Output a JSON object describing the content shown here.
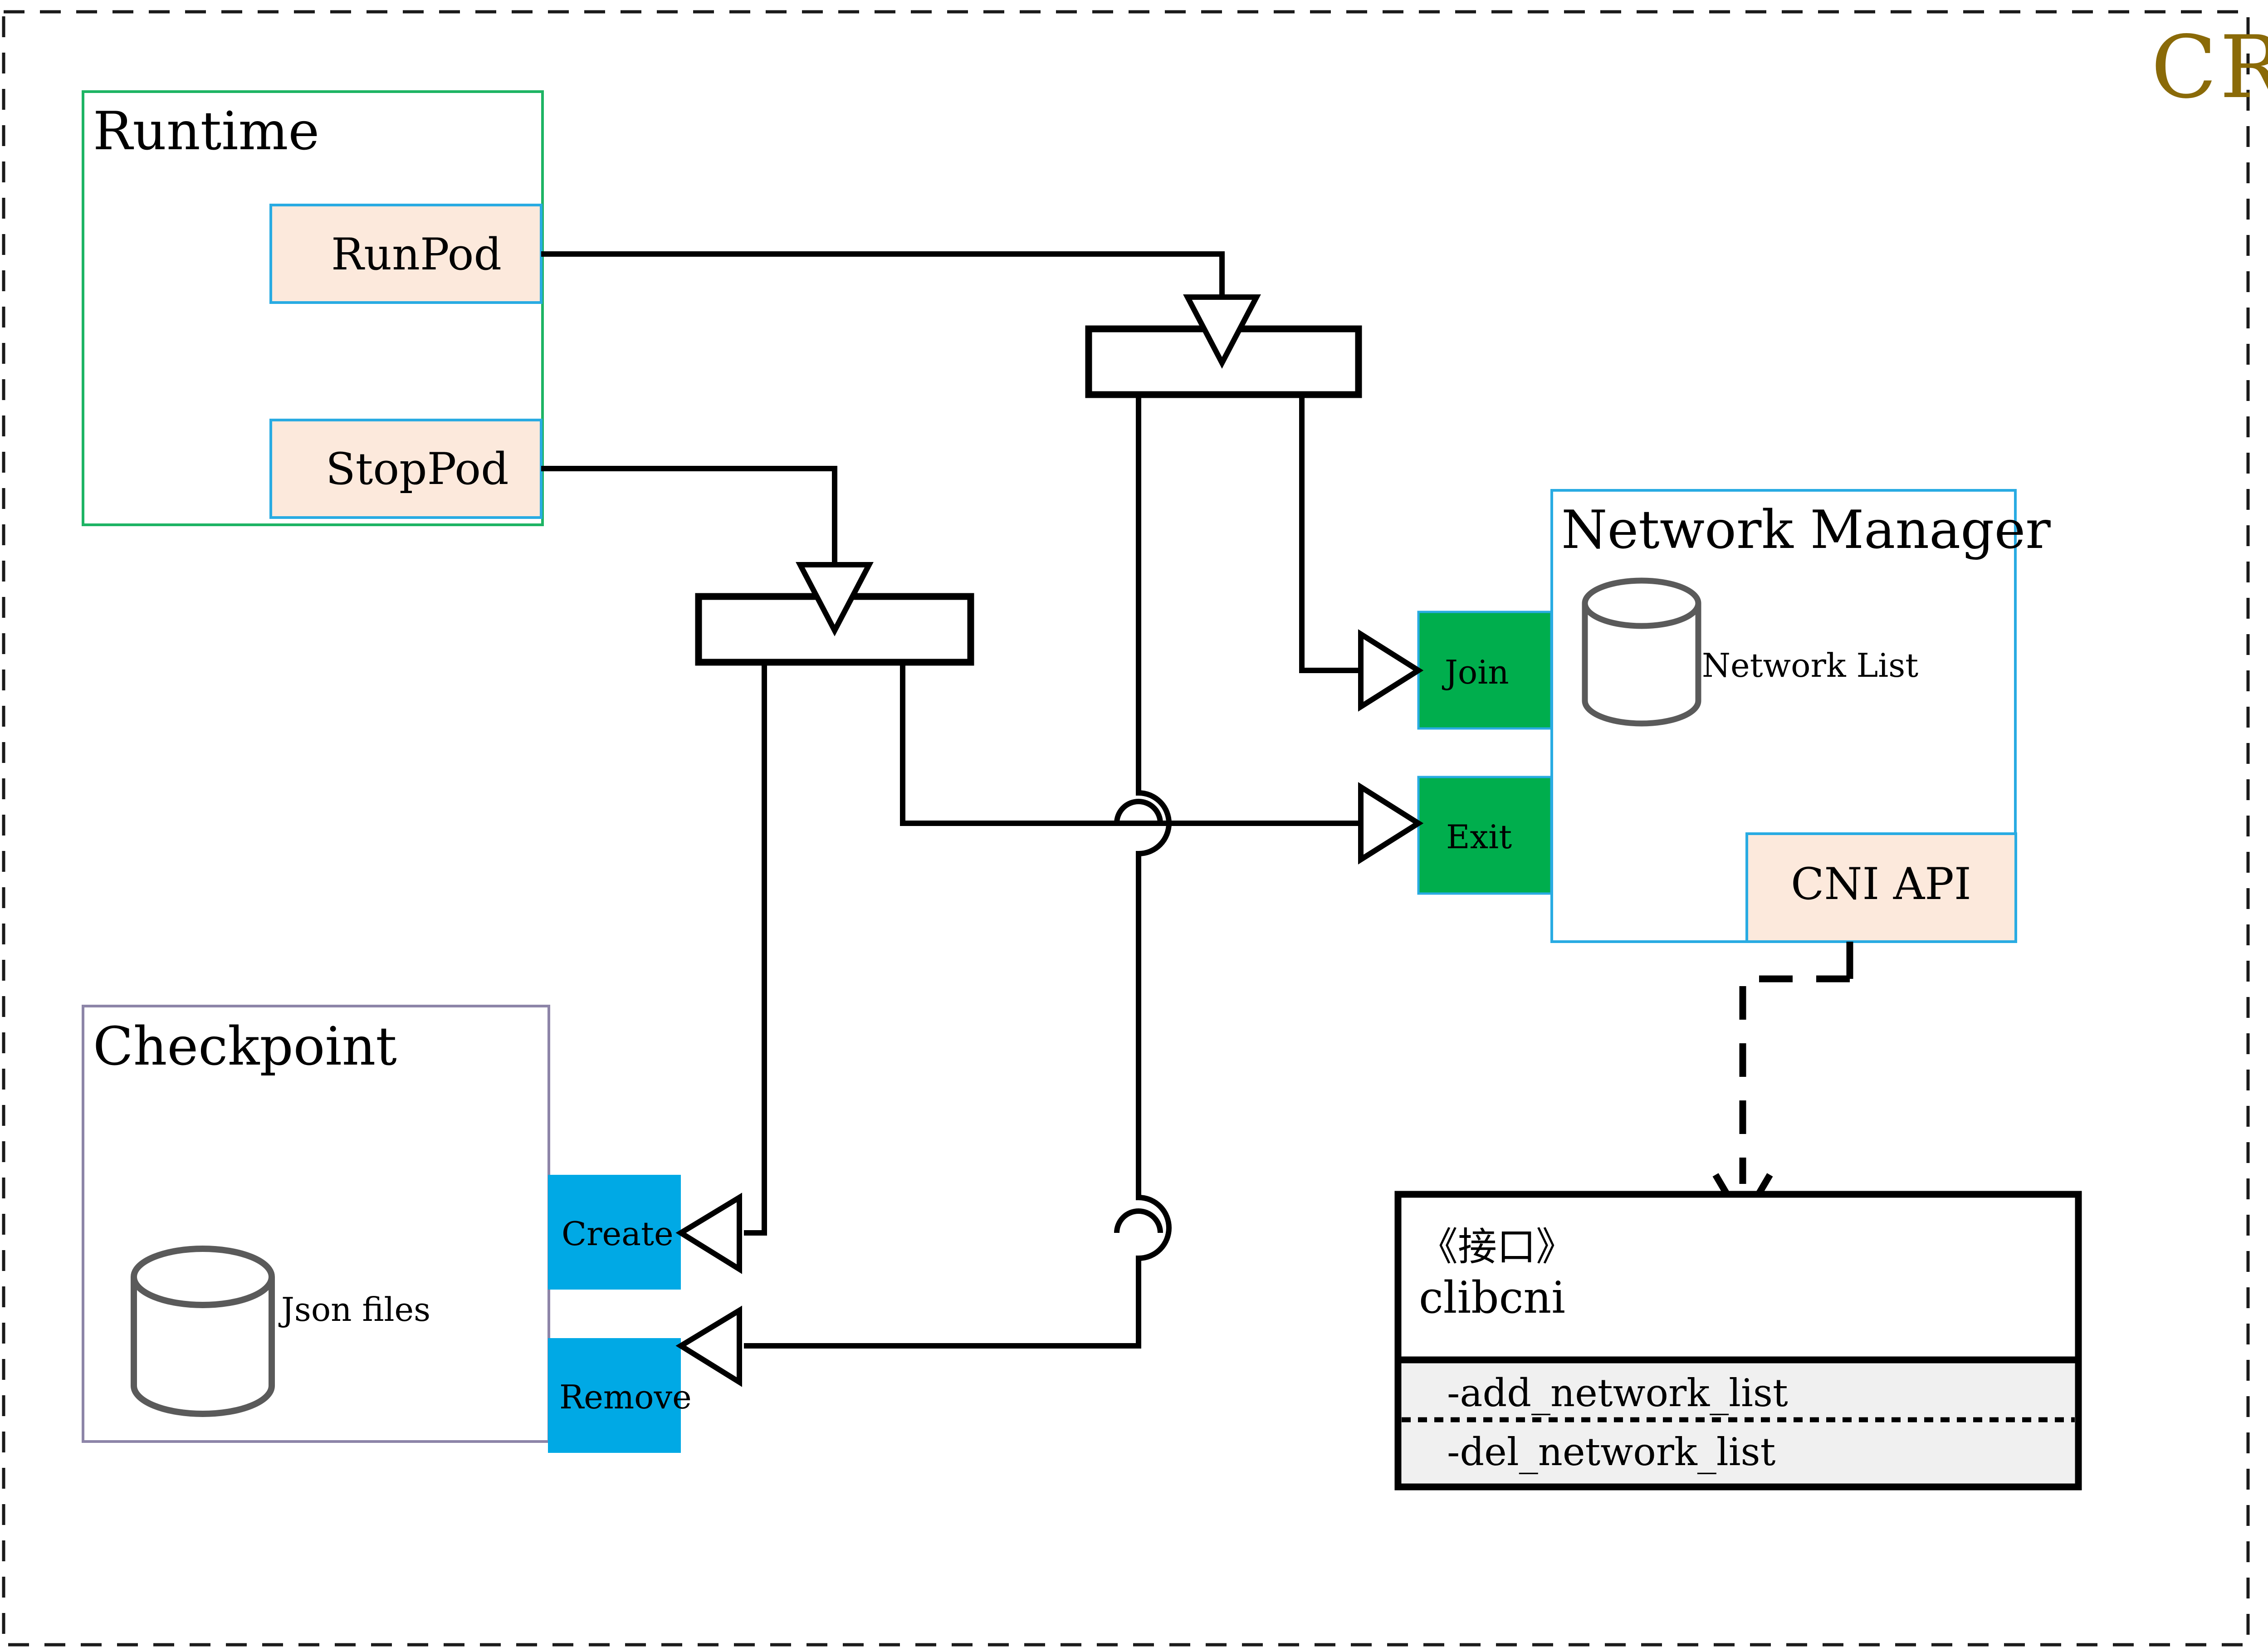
{
  "page": {
    "title": "CRI",
    "title_color": "#8a6a08",
    "frame": "dashed-outer-frame"
  },
  "palette": {
    "peach_fill": "#fce9dc",
    "blue_stroke": "#29abe2",
    "green_stroke": "#1eb464",
    "purple_stroke": "#8d85a8",
    "green_fill": "#00ae4d",
    "cyan_fill": "#00a9e5",
    "gray_fill": "#f0f0f0",
    "cylinder_stroke": "#5a5a5a",
    "line_color": "#000000"
  },
  "runtime": {
    "title": "Runtime",
    "methods": [
      {
        "label": "RunPod"
      },
      {
        "label": "StopPod"
      }
    ]
  },
  "checkpoint": {
    "title": "Checkpoint",
    "store_label": "Json files",
    "store_icon": "database-cylinder-icon",
    "operations": [
      {
        "label": "Create"
      },
      {
        "label": "Remove"
      }
    ]
  },
  "network_manager": {
    "title": "Network Manager",
    "store_label": "Network List",
    "store_icon": "database-cylinder-icon",
    "ports": [
      {
        "label": "Join"
      },
      {
        "label": "Exit"
      }
    ],
    "api_label": "CNI API"
  },
  "interface_box": {
    "stereotype": "《接口》",
    "name": "clibcni",
    "operations": [
      "-add_network_list",
      "-del_network_list"
    ]
  },
  "bars": [
    {
      "name": "fork-bar-runpod"
    },
    {
      "name": "fork-bar-stoppod"
    }
  ]
}
